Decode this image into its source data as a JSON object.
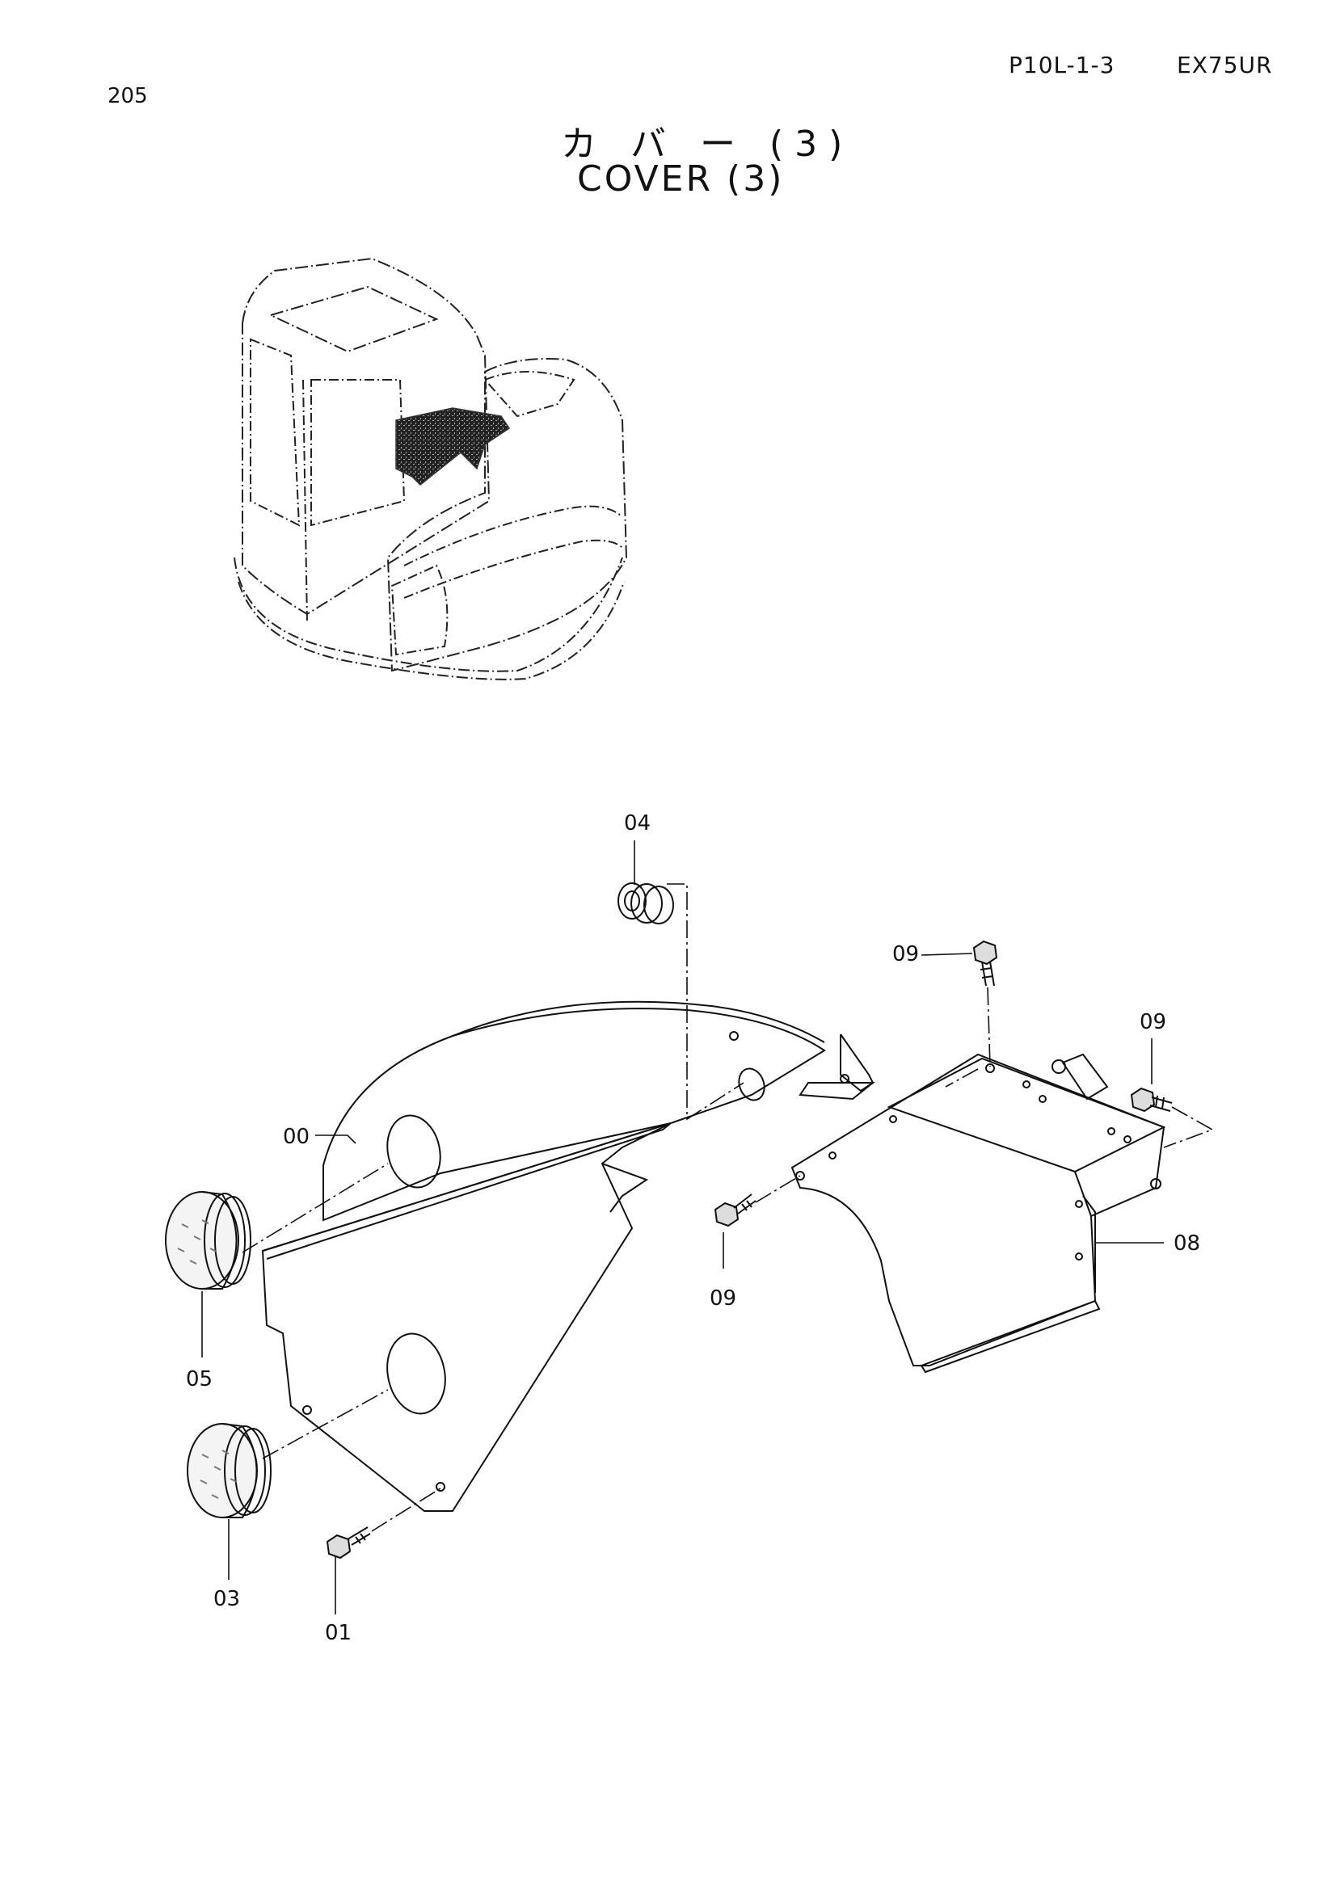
{
  "header": {
    "page_number": "205",
    "reference_code": "P10L-1-3",
    "model": "EX75UR",
    "title_japanese": "カ バ ー (3)",
    "title_english": "COVER (3)"
  },
  "callouts": {
    "c00": "00",
    "c01": "01",
    "c03": "03",
    "c04": "04",
    "c05": "05",
    "c08": "08",
    "c09_top": "09",
    "c09_right": "09",
    "c09_mid": "09"
  }
}
